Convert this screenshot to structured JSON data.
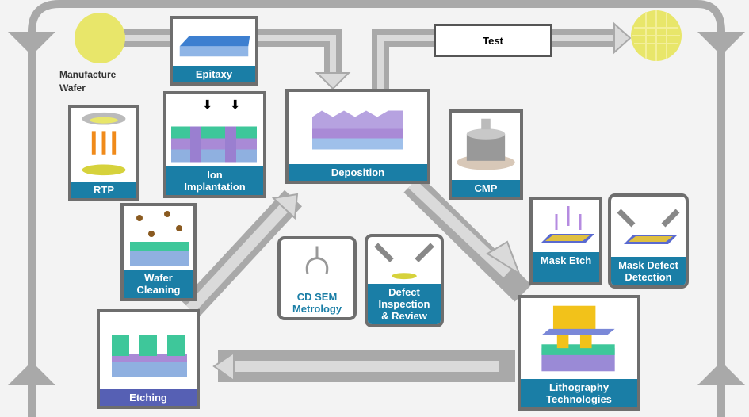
{
  "start": {
    "label": "Manufacture Wafer",
    "line1": "Manufacture",
    "line2": "Wafer"
  },
  "test": {
    "label": "Test"
  },
  "steps": {
    "epitaxy": "Epitaxy",
    "ion_implantation": [
      "Ion",
      "Implantation"
    ],
    "rtp": "RTP",
    "wafer_cleaning": [
      "Wafer",
      "Cleaning"
    ],
    "deposition": "Deposition",
    "cmp": "CMP",
    "cd_sem": [
      "CD SEM",
      "Metrology"
    ],
    "defect_inspection": [
      "Defect",
      "Inspection",
      "& Review"
    ],
    "mask_etch": "Mask Etch",
    "mask_defect": [
      "Mask Defect",
      "Detection"
    ],
    "etching": "Etching",
    "lithography": [
      "Lithography",
      "Technologies"
    ]
  },
  "colors": {
    "label_bg": "#1a7ea6",
    "etching_label_bg": "#5660b4",
    "arrow": "#a9a9a9",
    "arrow_inner": "#dadada",
    "wafer": "#e8e66a"
  }
}
